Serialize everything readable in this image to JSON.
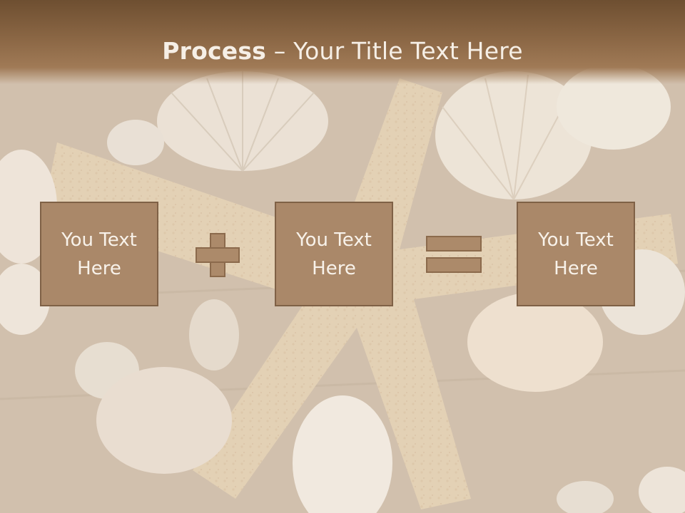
{
  "slide": {
    "title_bold": "Process",
    "title_rest": " – Your Title Text Here",
    "boxes": [
      "You Text Here",
      "You Text Here",
      "You Text Here"
    ],
    "operators": [
      "plus-icon",
      "equals-icon"
    ],
    "colors": {
      "header": "#8a6644",
      "box_fill": "#aa8869",
      "box_border": "#7f6146",
      "text_light": "#f6efe6"
    }
  }
}
